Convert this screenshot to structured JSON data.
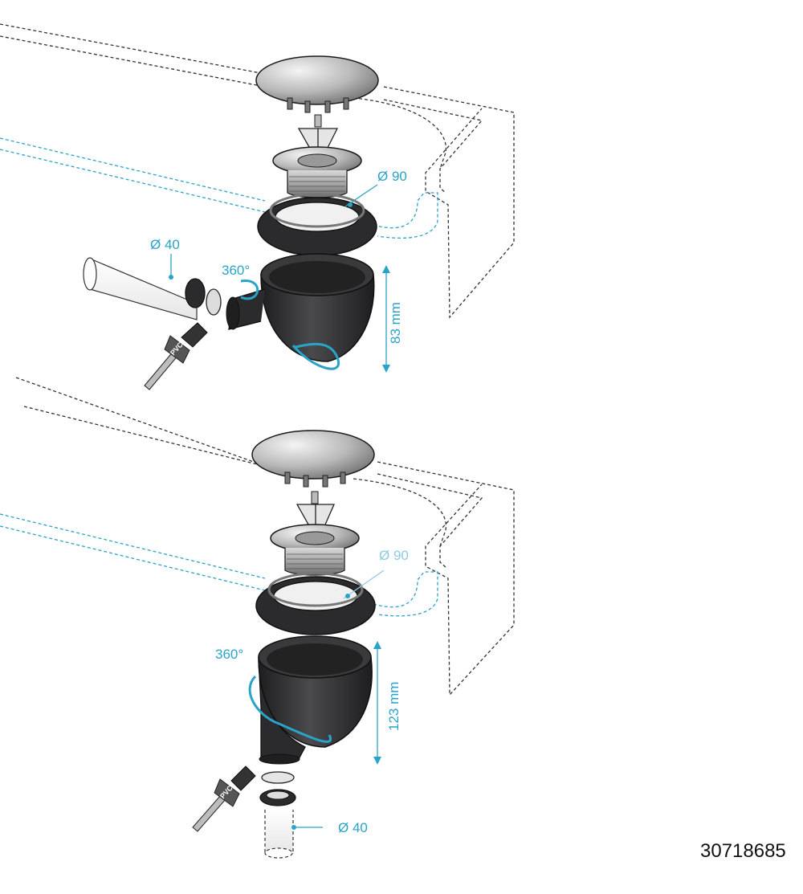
{
  "variants": [
    {
      "diameter_top": "Ø 90",
      "diameter_pipe": "Ø 40",
      "rotation": "360°",
      "height": "83 mm",
      "brush_label": "PVC"
    },
    {
      "diameter_top": "Ø 90",
      "diameter_pipe": "Ø 40",
      "rotation": "360°",
      "height": "123 mm",
      "brush_label": "PVC"
    }
  ],
  "reference": "30718685",
  "colors": {
    "accent": "#2aa3c8",
    "accent_light": "#8fcbe0",
    "part_dark": "#2b2b2d",
    "outline": "#1a1a1a"
  }
}
